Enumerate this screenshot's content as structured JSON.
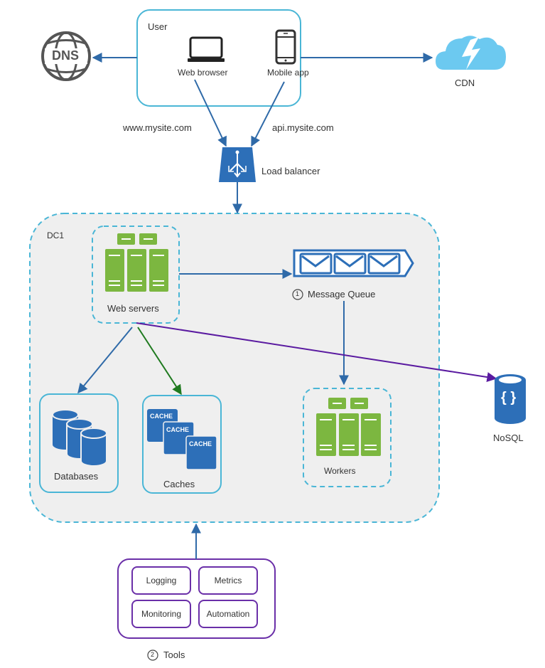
{
  "title": "System design diagram",
  "colors": {
    "arrow_blue": "#2f6aa8",
    "arrow_green": "#1f7a1f",
    "arrow_purple": "#5a1aa0",
    "dashed_border": "#4ab6d6",
    "solid_border": "#4ab6d6",
    "tools_border": "#6a2fa8",
    "server_green": "#7cb740",
    "icon_blue": "#2d6fb8",
    "cdn_blue": "#6cc9f0",
    "dc_fill": "#efefef"
  },
  "user_group": {
    "label": "User",
    "web_browser": "Web browser",
    "mobile_app": "Mobile app"
  },
  "dns": {
    "label": "DNS"
  },
  "cdn": {
    "label": "CDN"
  },
  "edges_labels": {
    "www": "www.mysite.com",
    "api": "api.mysite.com"
  },
  "load_balancer": {
    "label": "Load balancer"
  },
  "dc1": {
    "label": "DC1",
    "web_servers": "Web servers",
    "message_queue": {
      "number": "1",
      "label": "Message Queue"
    },
    "databases": "Databases",
    "caches": {
      "label": "Caches",
      "items": [
        "CACHE",
        "CACHE",
        "CACHE"
      ]
    },
    "workers": "Workers"
  },
  "nosql": {
    "label": "NoSQL",
    "glyph": "{ }"
  },
  "tools": {
    "number": "2",
    "label": "Tools",
    "items": [
      "Logging",
      "Metrics",
      "Monitoring",
      "Automation"
    ]
  }
}
